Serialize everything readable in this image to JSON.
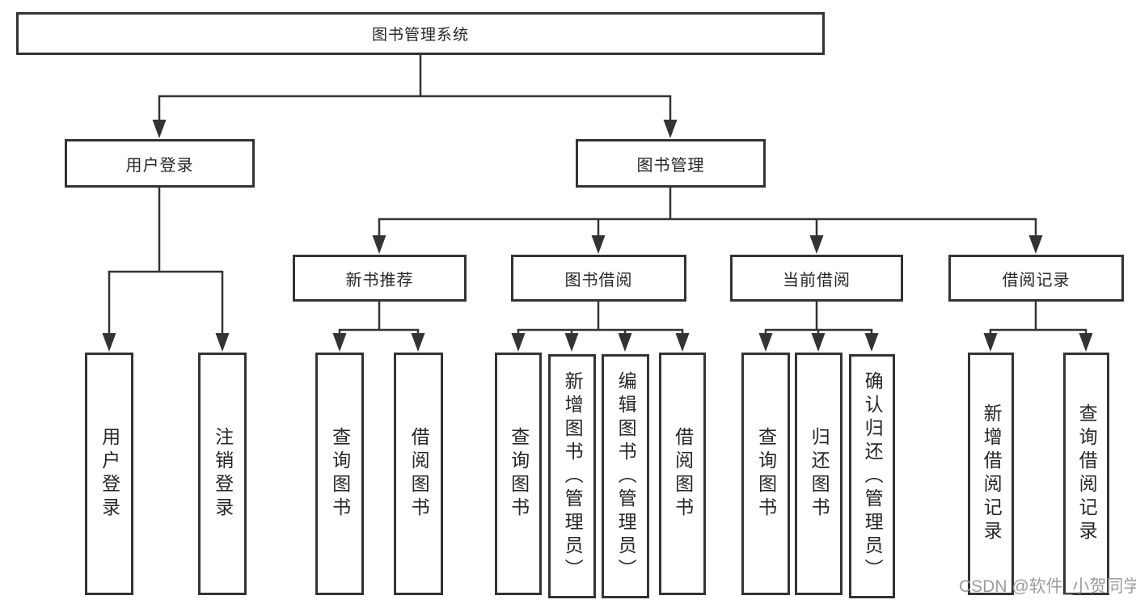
{
  "tree": {
    "root": {
      "label": "图书管理系统"
    },
    "branches": [
      {
        "label": "用户登录",
        "children": [
          {
            "label": "用户登录"
          },
          {
            "label": "注销登录"
          }
        ]
      },
      {
        "label": "图书管理",
        "children": [
          {
            "label": "新书推荐",
            "children": [
              {
                "label": "查询图书"
              },
              {
                "label": "借阅图书"
              }
            ]
          },
          {
            "label": "图书借阅",
            "children": [
              {
                "label": "查询图书"
              },
              {
                "label": "新增图书（管理员）"
              },
              {
                "label": "编辑图书（管理员）"
              },
              {
                "label": "借阅图书"
              }
            ]
          },
          {
            "label": "当前借阅",
            "children": [
              {
                "label": "查询图书"
              },
              {
                "label": "归还图书"
              },
              {
                "label": "确认归还（管理员）"
              }
            ]
          },
          {
            "label": "借阅记录",
            "children": [
              {
                "label": "新增借阅记录"
              },
              {
                "label": "查询借阅记录"
              }
            ]
          }
        ]
      }
    ]
  },
  "watermark": {
    "text": "CSDN @软件_小贺同学"
  },
  "colors": {
    "line": "#333333",
    "border": "#333333",
    "text": "#262626",
    "watermark": "#9c9c9c",
    "background": "#ffffff"
  }
}
